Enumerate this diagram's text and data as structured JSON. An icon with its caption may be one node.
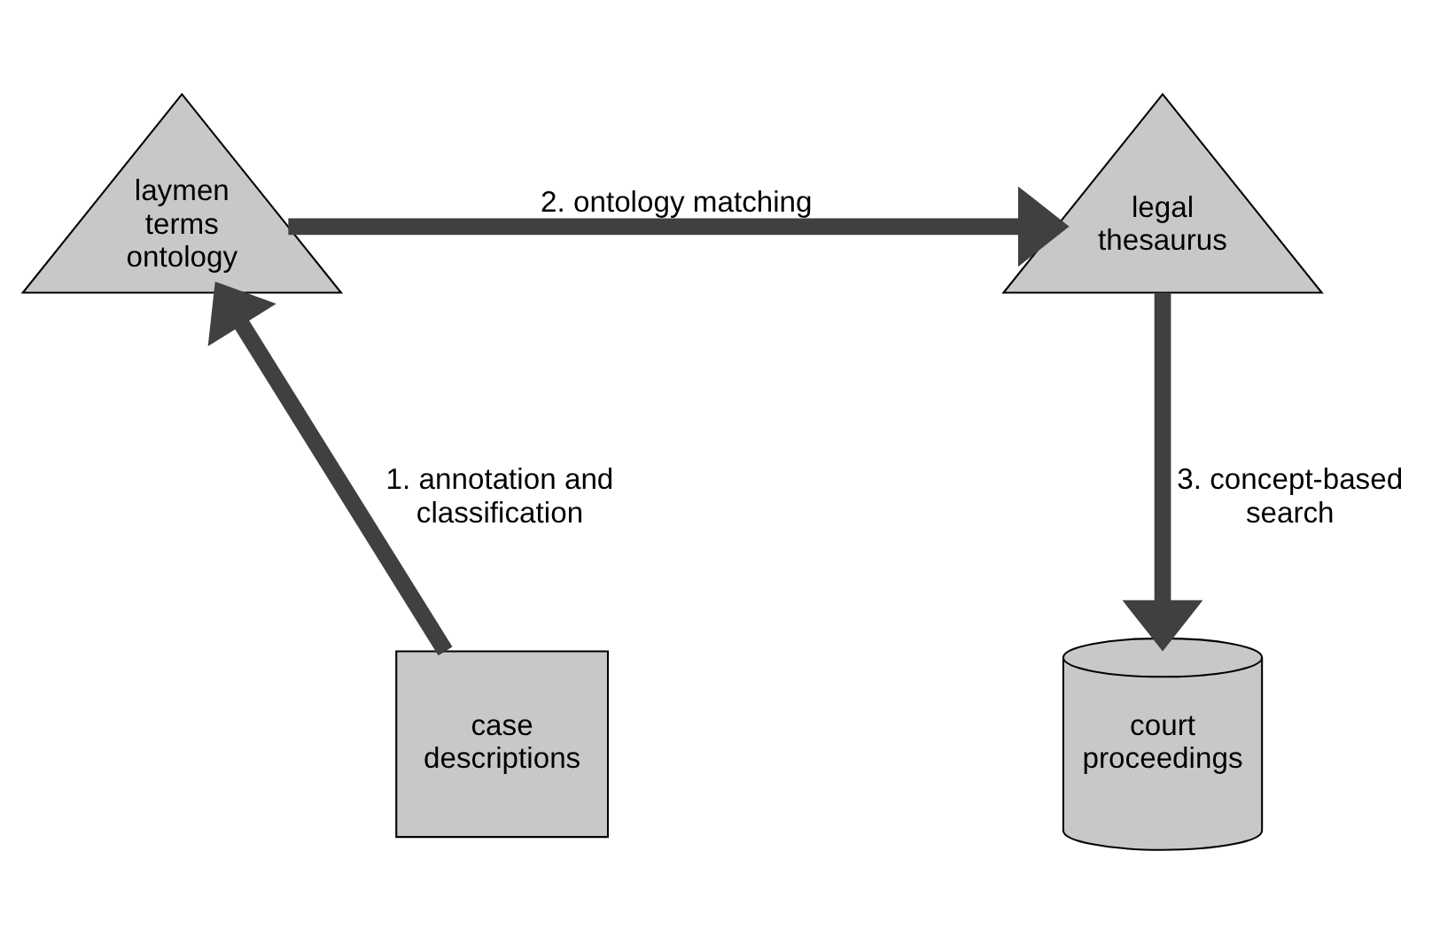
{
  "diagram": {
    "nodes": [
      {
        "text": [
          "laymen terms ontology"
        ]
      },
      {
        "text": [
          "legal thesaurus"
        ]
      },
      {
        "text": [
          "case descriptions"
        ]
      },
      {
        "text": [
          "court proceedings"
        ]
      }
    ],
    "edges": [
      {
        "from": 2,
        "to": 0,
        "arrow": "to",
        "label": "1. annotation and classification"
      },
      {
        "from": 0,
        "to": 1,
        "arrow": "to",
        "label": "2. ontology matching"
      },
      {
        "from": 1,
        "to": 3,
        "arrow": "to",
        "label": "3. concept-based search"
      }
    ]
  }
}
